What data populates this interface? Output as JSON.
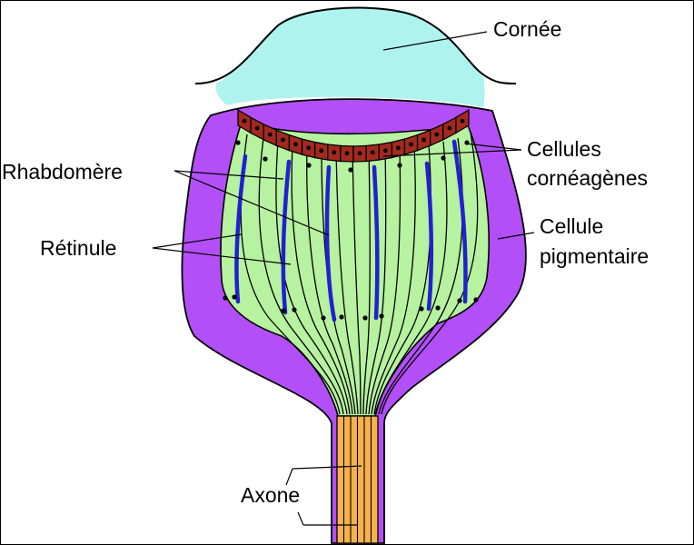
{
  "labels": {
    "cornea": "Cornée",
    "corneagen_line1": "Cellules",
    "corneagen_line2": "cornéagènes",
    "rhabdomere": "Rhabdomère",
    "pigment_line1": "Cellule",
    "pigment_line2": "pigmentaire",
    "retinula": "Rétinule",
    "axon": "Axone"
  },
  "colors": {
    "cornea": "#aff3ef",
    "pigment_cell": "#b24ff7",
    "retinula_cells": "#b6f29f",
    "corneagenous_cells": "#a3291f",
    "rhabdomere": "#2121cf",
    "axon": "#f7b14d",
    "outline": "#000000"
  }
}
